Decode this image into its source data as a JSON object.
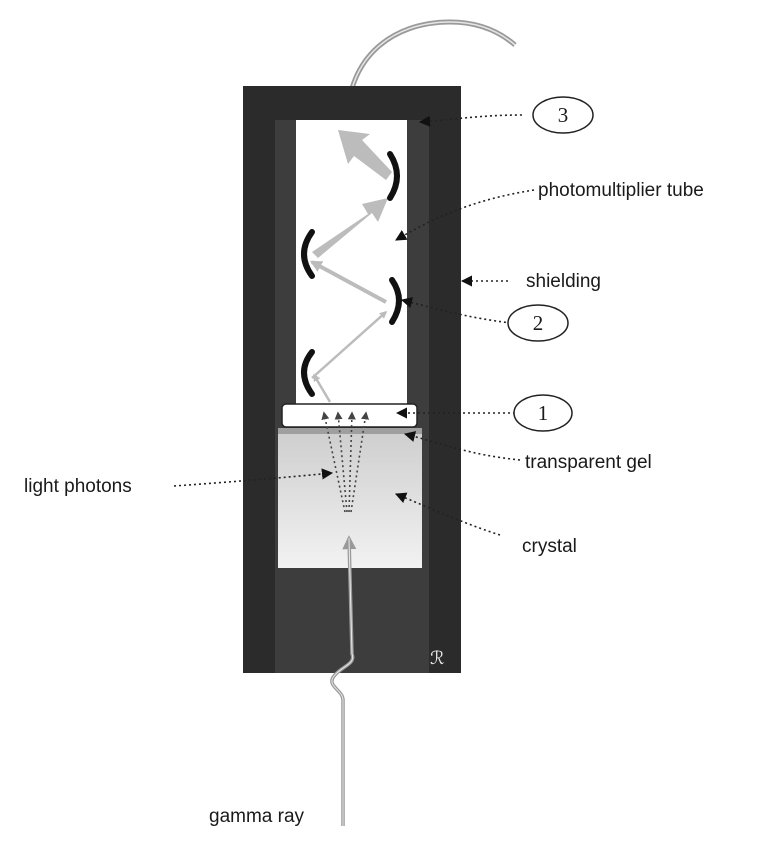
{
  "labels": {
    "photomultiplier_tube": "photomultiplier tube",
    "shielding": "shielding",
    "transparent_gel": "transparent gel",
    "light_photons": "light photons",
    "crystal": "crystal",
    "gamma_ray": "gamma ray"
  },
  "callouts": {
    "one": "1",
    "two": "2",
    "three": "3"
  },
  "signature": "ℛ",
  "colors": {
    "shielding": "#2b2b2b",
    "crystal_top": "#cfcfcf",
    "crystal_bottom": "#f2f2f2",
    "dynode": "#111111",
    "arrow": "#b9b9b9"
  }
}
